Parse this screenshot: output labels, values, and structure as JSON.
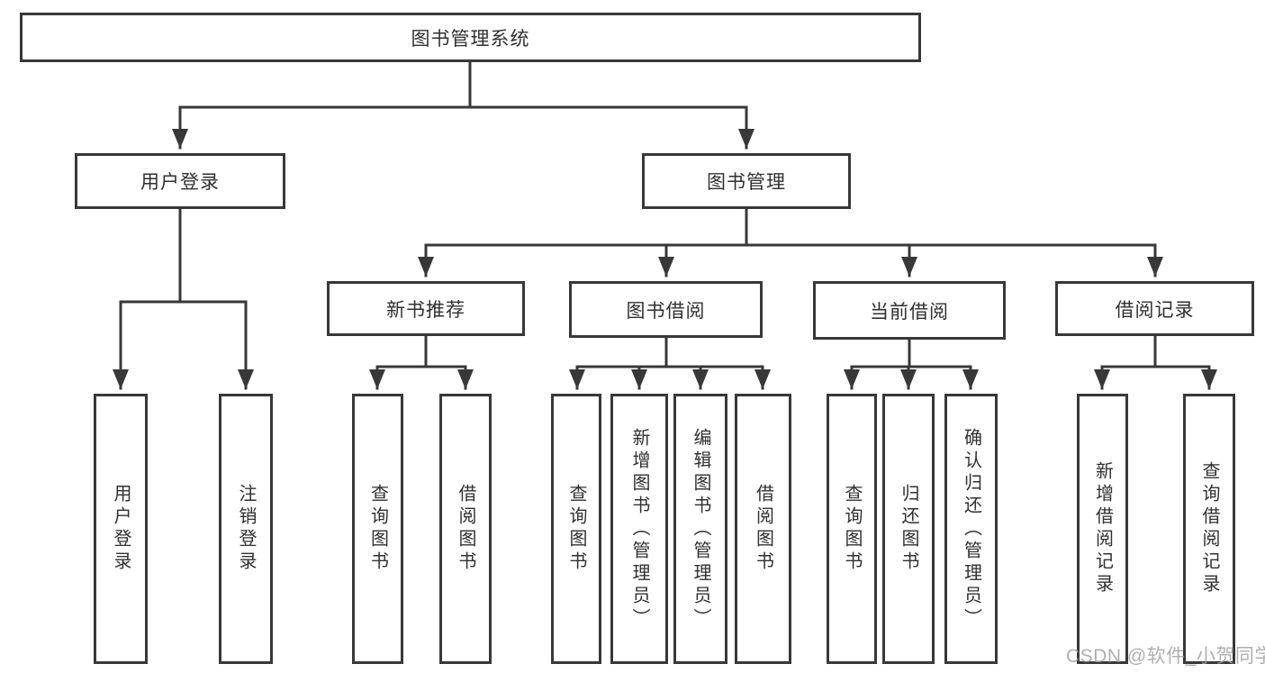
{
  "diagram": {
    "title": "图书管理系统",
    "root": {
      "label": "图书管理系统"
    },
    "level2": [
      {
        "label": "用户登录"
      },
      {
        "label": "图书管理"
      }
    ],
    "level3": [
      {
        "label": "新书推荐"
      },
      {
        "label": "图书借阅"
      },
      {
        "label": "当前借阅"
      },
      {
        "label": "借阅记录"
      }
    ],
    "leaves": {
      "user_login": [
        "用户登录",
        "注销登录"
      ],
      "new_books": [
        "查询图书",
        "借阅图书"
      ],
      "borrow": [
        "查询图书",
        "新增图书（管理员）",
        "编辑图书（管理员）",
        "借阅图书"
      ],
      "current": [
        "查询图书",
        "归还图书",
        "确认归还（管理员）"
      ],
      "records": [
        "新增借阅记录",
        "查询借阅记录"
      ]
    },
    "colors": {
      "line": "#383838",
      "border": "#383838",
      "text": "#303030",
      "background": "#ffffff"
    }
  },
  "watermark": {
    "text": "CSDN @软件_小贺同学",
    "color": "#9e9e9e"
  }
}
